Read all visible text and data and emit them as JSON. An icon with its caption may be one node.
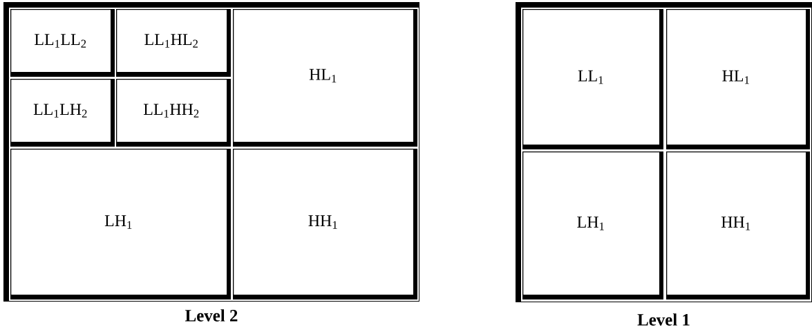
{
  "diagram": {
    "nodes": [
      {
        "text": [
          "Level 2"
        ]
      },
      {
        "text": [
          "LL$_{1}$LL$_{2}$"
        ],
        "in": 0
      },
      {
        "text": [
          "LL$_{1}$HL$_{2}$"
        ],
        "in": 0
      },
      {
        "text": [
          "HL$_{1}$"
        ],
        "in": 0
      },
      {
        "text": [
          "LL$_{1}$LH$_{2}$"
        ],
        "in": 0
      },
      {
        "text": [
          "LL$_{1}$HH$_{2}$"
        ],
        "in": 0
      },
      {
        "text": [
          "LH$_{1}$"
        ],
        "in": 0
      },
      {
        "text": [
          "HH$_{1}$"
        ],
        "in": 0
      },
      {
        "text": [
          "Level 1"
        ]
      },
      {
        "text": [
          "LL$_{1}$"
        ],
        "in": 8
      },
      {
        "text": [
          "HL$_{1}$"
        ],
        "in": 8
      },
      {
        "text": [
          "LH$_{1}$"
        ],
        "in": 8
      },
      {
        "text": [
          "HH$_{1}$"
        ],
        "in": 8
      }
    ]
  }
}
